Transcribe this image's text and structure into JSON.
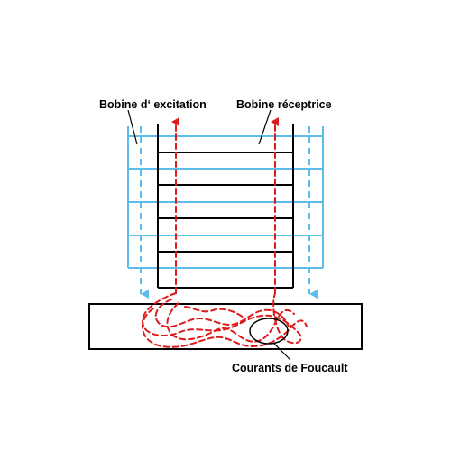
{
  "labels": {
    "excitation_coil": "Bobine d‘ excitation",
    "receiver_coil": "Bobine réceptrice",
    "eddy_currents": "Courants de Foucault"
  },
  "colors": {
    "excitation_coil": "#5bbde8",
    "receiver_coil": "#000000",
    "field_lines": "#dd1b1b",
    "excitation_flux": "#5bbde8",
    "outline": "#000000"
  }
}
